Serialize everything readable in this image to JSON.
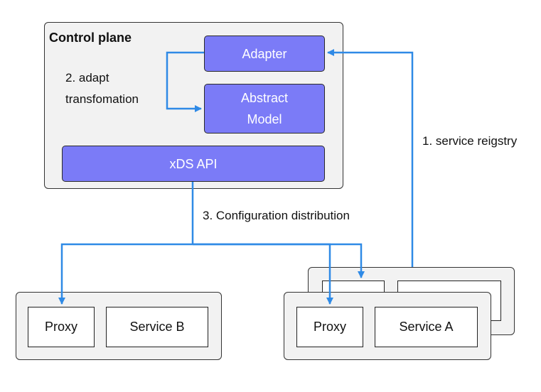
{
  "control_plane": {
    "title": "Control plane",
    "adapter": "Adapter",
    "abstract_model_line1": "Abstract",
    "abstract_model_line2": "Model",
    "xds_api": "xDS API"
  },
  "annotations": {
    "adapt_line1": "2. adapt",
    "adapt_line2": "transfomation",
    "service_registry": "1. service reigstry",
    "config_distribution": "3. Configuration distribution"
  },
  "service_b_node": {
    "proxy": "Proxy",
    "service": "Service B"
  },
  "service_a_node": {
    "proxy": "Proxy",
    "service": "Service A"
  },
  "colors": {
    "arrow": "#2f8ae6",
    "component": "#7b7bf7",
    "panel": "#f2f2f2"
  }
}
